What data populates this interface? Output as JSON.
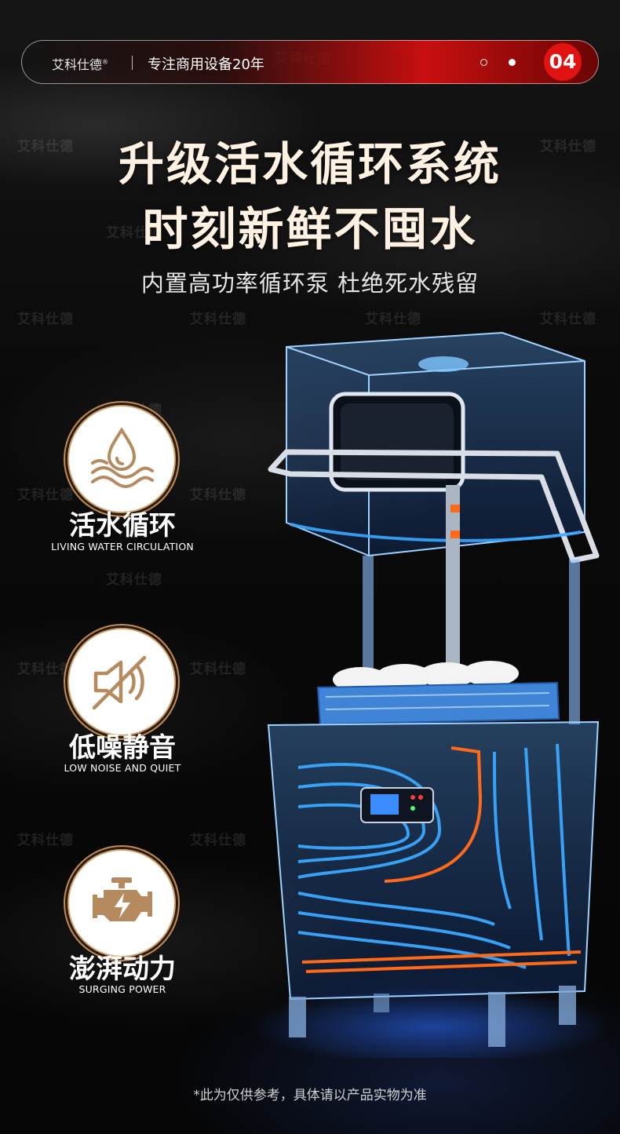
{
  "header": {
    "brand": "艾科仕德",
    "brand_mark": "®",
    "tagline": "专注商用设备20年",
    "page_number": "04"
  },
  "headline": {
    "line1": "升级活水循环系统",
    "line2": "时刻新鲜不囤水",
    "subtitle": "内置高功率循环泵 杜绝死水残留"
  },
  "features": [
    {
      "icon": "water-drop-waves-icon",
      "title": "活水循环",
      "subtitle": "LIVING WATER CIRCULATION"
    },
    {
      "icon": "muted-speaker-icon",
      "title": "低噪静音",
      "subtitle": "LOW NOISE AND QUIET"
    },
    {
      "icon": "engine-power-icon",
      "title": "澎湃动力",
      "subtitle": "SURGING POWER"
    }
  ],
  "watermark": "艾科仕德",
  "footnote": "*此为仅供参考，具体请以产品实物为准",
  "colors": {
    "accent_red": "#e01212",
    "headline": "#fff2e2",
    "icon_gold": "#d2a36e",
    "water_blue": "#3aa8ff",
    "heater_orange": "#ff6a1a"
  }
}
